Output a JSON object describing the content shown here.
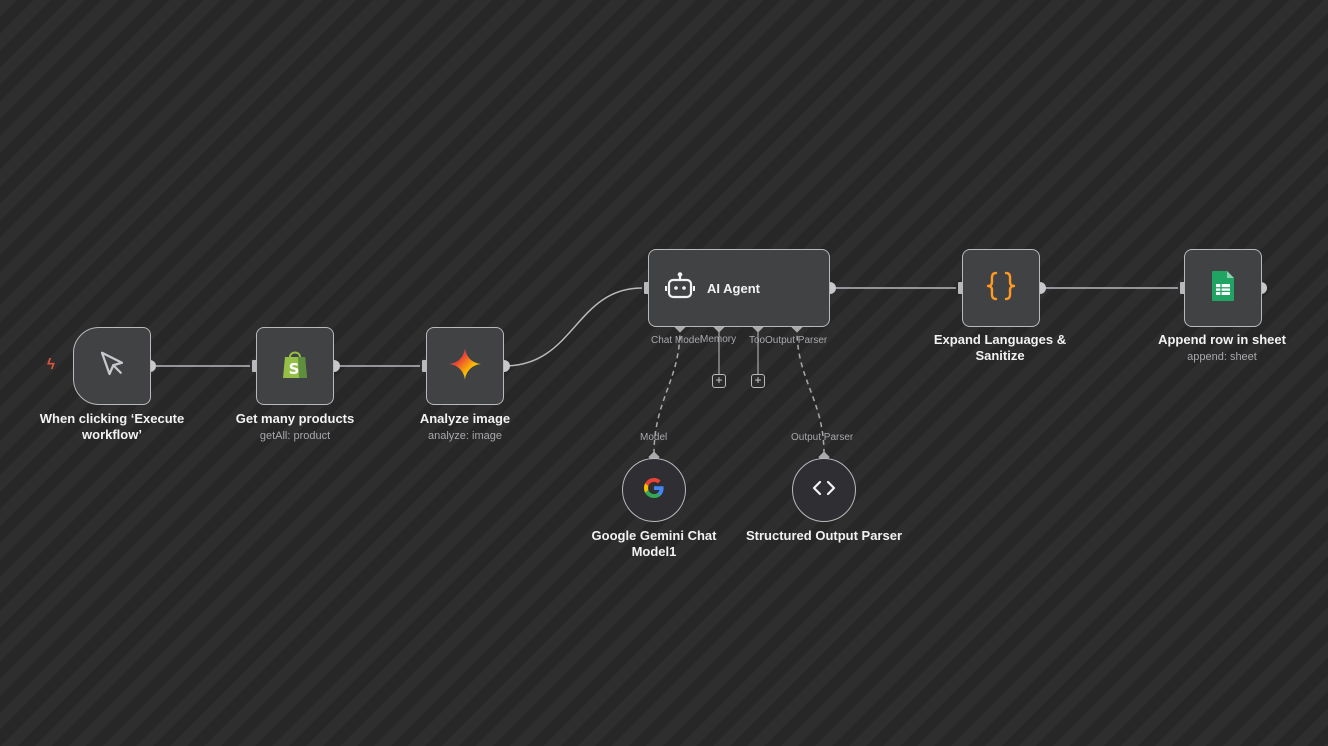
{
  "nodes": {
    "trigger": {
      "title": "When clicking ‘Execute workflow’"
    },
    "shopify": {
      "title": "Get many products",
      "subtitle": "getAll: product"
    },
    "analyze": {
      "title": "Analyze image",
      "subtitle": "analyze: image"
    },
    "agent": {
      "title": "AI Agent",
      "ports": {
        "chat_model": "Chat Model",
        "memory": "Memory",
        "tool": "Tool",
        "output_parser": "Output Parser"
      }
    },
    "expand": {
      "title": "Expand Languages & Sanitize"
    },
    "sheet": {
      "title": "Append row in sheet",
      "subtitle": "append: sheet"
    },
    "gemini": {
      "title": "Google Gemini Chat Model1",
      "port": "Model"
    },
    "parser": {
      "title": "Structured Output Parser",
      "port": "Output Parser"
    }
  },
  "icons": {
    "trigger": "cursor-icon",
    "shopify": "shopify-bag-icon",
    "analyze": "gemini-sparkle-icon",
    "agent": "robot-icon",
    "expand": "curly-braces-icon",
    "sheet": "google-sheets-icon",
    "gemini": "google-g-icon",
    "parser": "code-brackets-icon"
  },
  "colors": {
    "node_bg": "#414244",
    "node_border": "#b9b9bd",
    "connection": "#b9b9bd",
    "trigger_bolt": "#e2533c",
    "braces": "#ff9922",
    "sheets_green": "#1fa463",
    "shopify_green": "#95bf47"
  }
}
